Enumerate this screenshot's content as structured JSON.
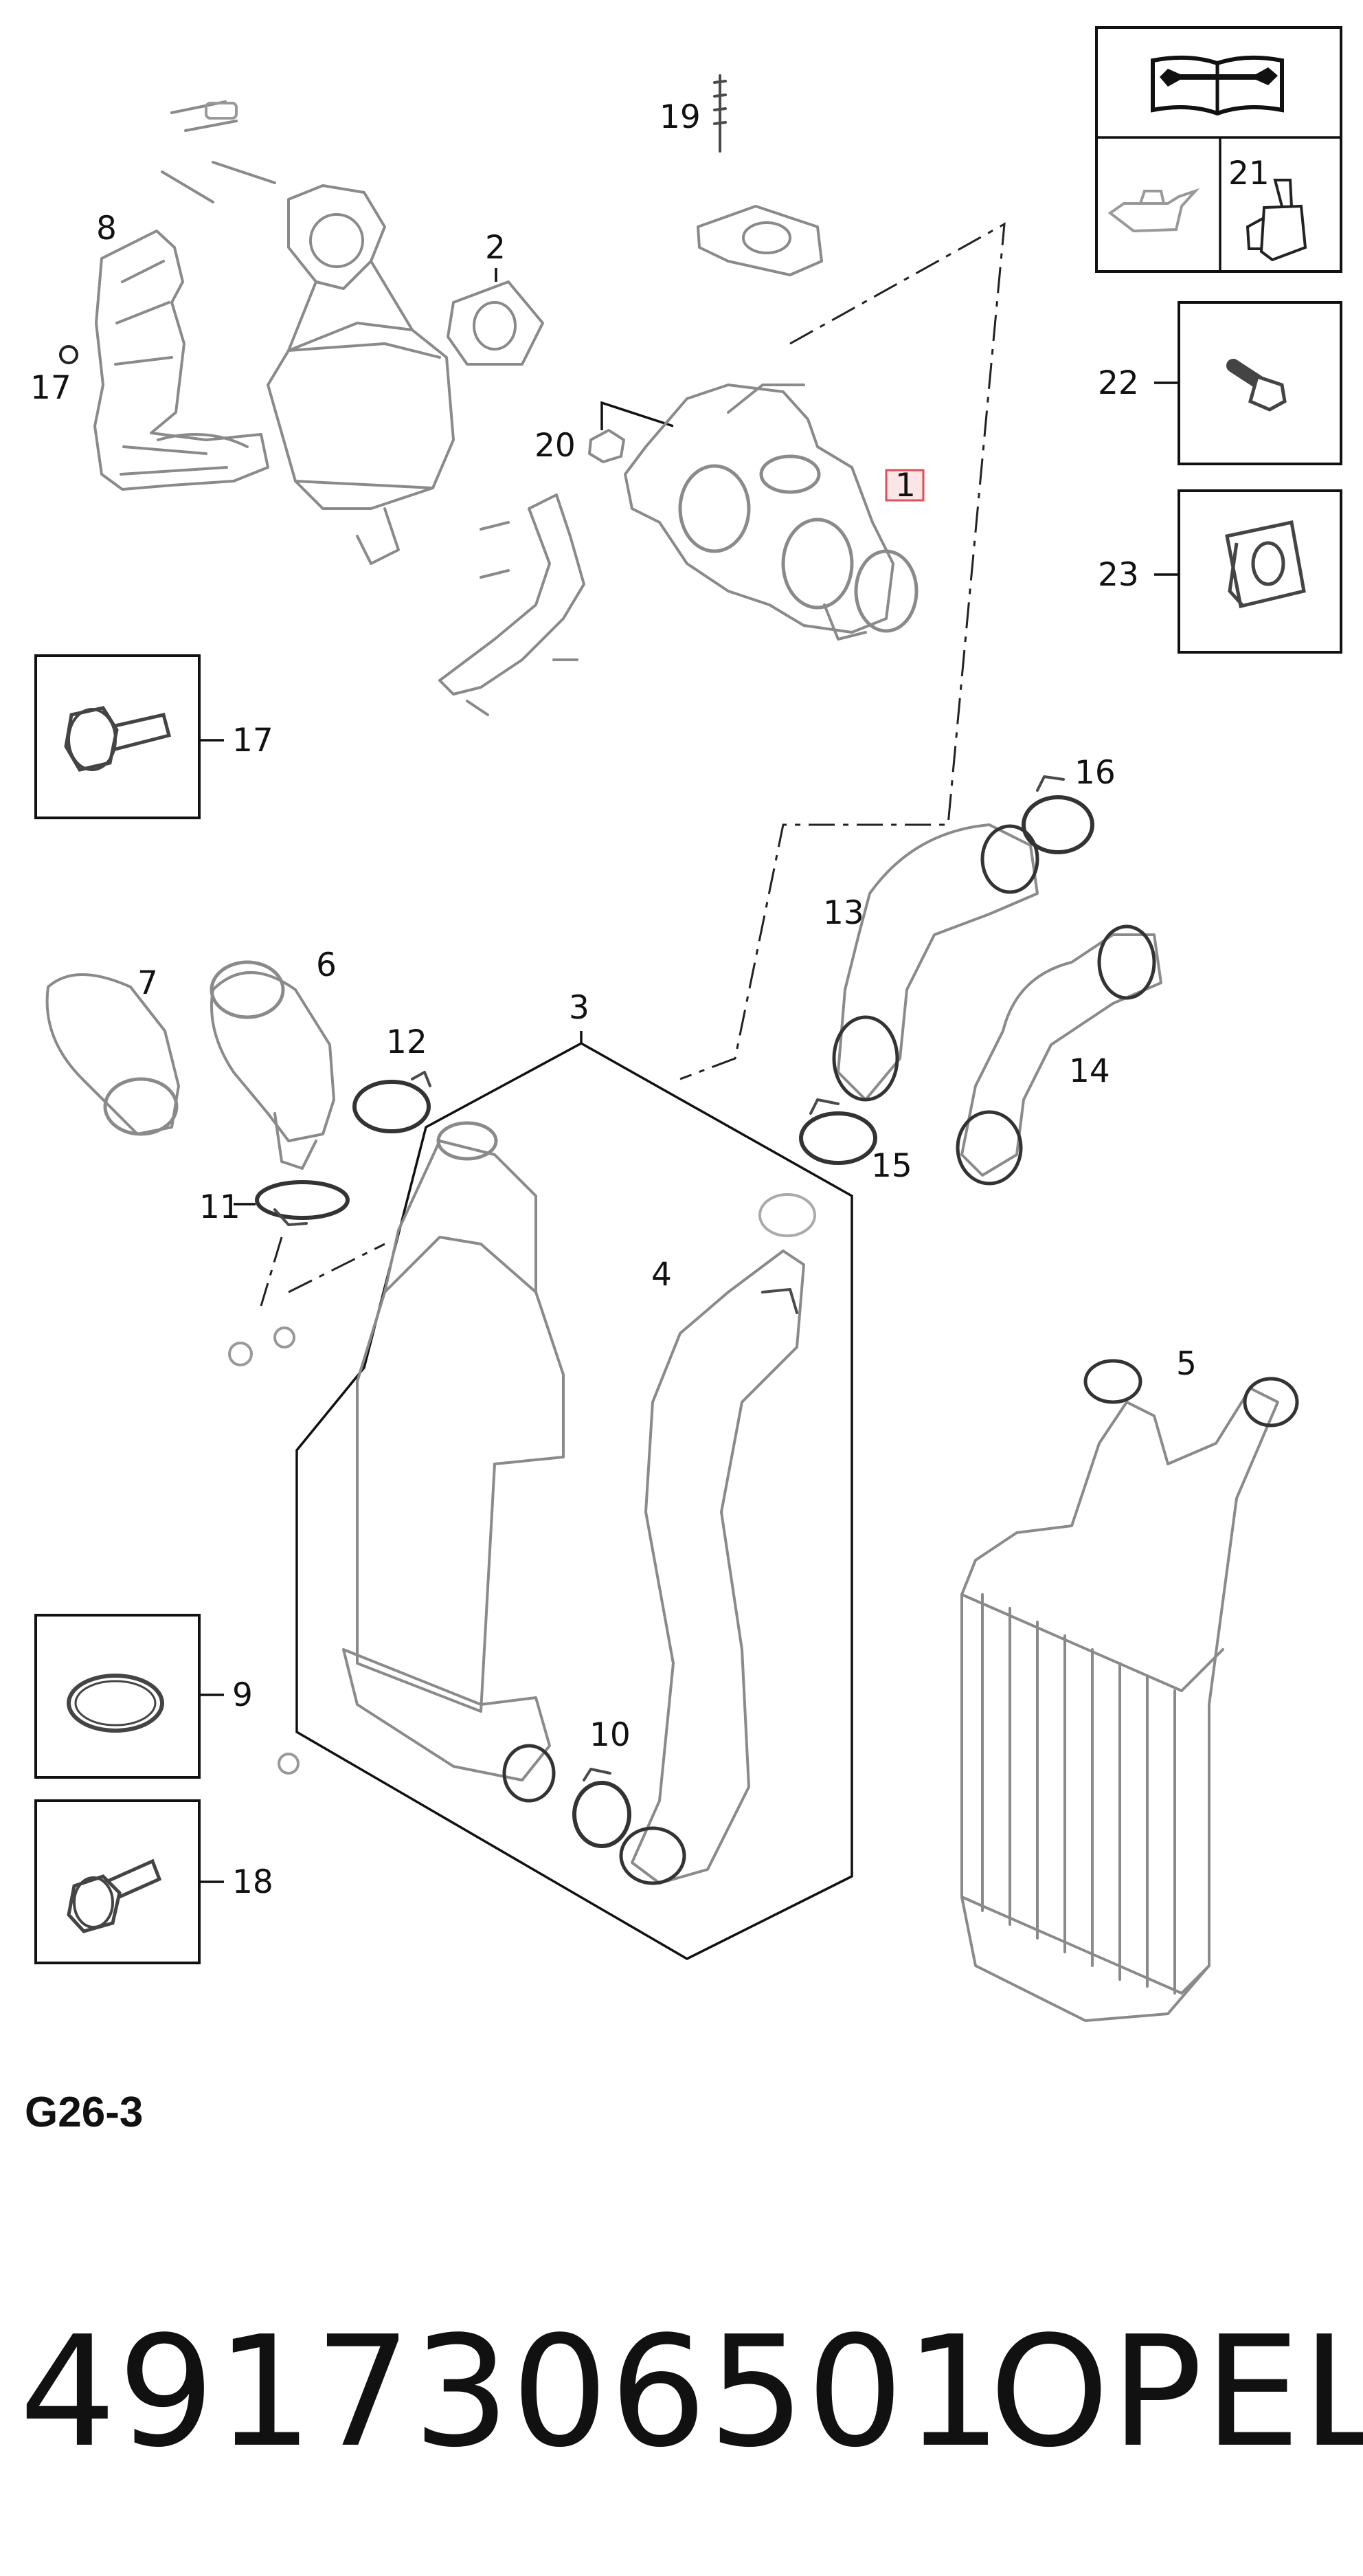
{
  "diagram": {
    "code": "G26-3",
    "part_number": "4917306501",
    "brand": "OPEL",
    "highlight_color": "#e0505a",
    "legend_icons": [
      "repair-manual-wrench-icon",
      "oil-can-icon",
      "sealant-tube-icon"
    ],
    "callouts": {
      "c1": "1",
      "c2": "2",
      "c3": "3",
      "c4": "4",
      "c5": "5",
      "c6": "6",
      "c7": "7",
      "c8": "8",
      "c9": "9",
      "c10": "10",
      "c11": "11",
      "c12": "12",
      "c13": "13",
      "c14": "14",
      "c15": "15",
      "c16": "16",
      "c17a": "17",
      "c17b": "17",
      "c18": "18",
      "c19": "19",
      "c20": "20",
      "c21": "21",
      "c22": "22",
      "c23": "23"
    }
  }
}
